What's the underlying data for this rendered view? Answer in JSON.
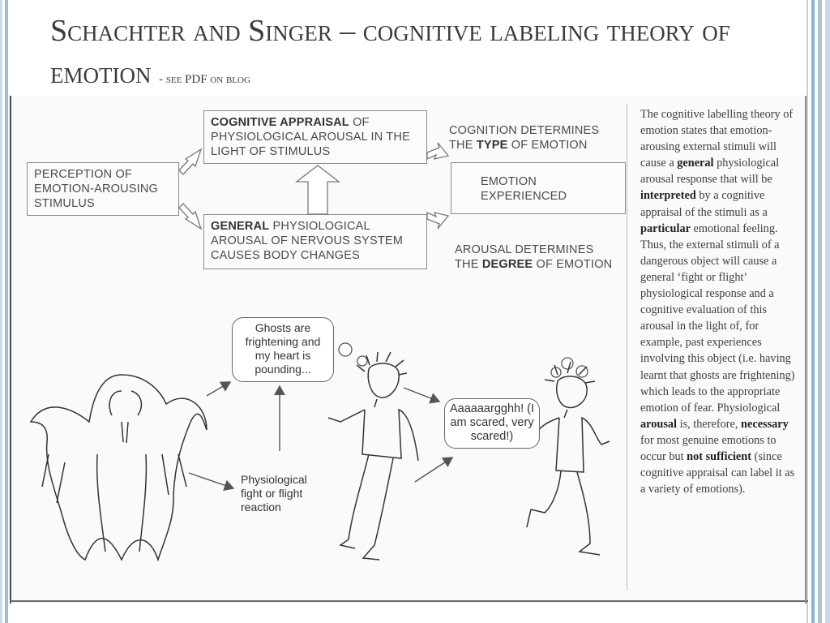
{
  "title": {
    "main": "Schachter and Singer – cognitive labeling theory of emotion",
    "sub": "- see PDF on blog"
  },
  "diagram": {
    "perception": "PERCEPTION OF EMOTION-AROUSING STIMULUS",
    "appraisal_bold": "COGNITIVE APPRAISAL",
    "appraisal_rest": "OF PHYSIOLOGICAL AROUSAL IN THE LIGHT OF STIMULUS",
    "arousal_bold": "GENERAL",
    "arousal_rest": "PHYSIOLOGICAL AROUSAL OF NERVOUS SYSTEM CAUSES BODY CHANGES",
    "emotion_box": "EMOTION EXPERIENCED",
    "cognition_pre": "COGNITION DETERMINES THE",
    "cognition_bold": "TYPE",
    "cognition_post": "OF EMOTION",
    "arousal_det_pre": "AROUSAL DETERMINES THE",
    "arousal_det_bold": "DEGREE",
    "arousal_det_post": "OF EMOTION"
  },
  "illustration": {
    "thought": "Ghosts are frightening and my heart is pounding...",
    "speech": "Aaaaaargghh! (I am scared, very scared!)",
    "reaction": "Physiological fight or flight reaction"
  },
  "paragraph": {
    "p1": "The cognitive labelling theory of emotion states that emotion-arousing external stimuli will cause a",
    "b1": "general",
    "p2": "physiological arousal response that will be",
    "b2": "interpreted",
    "p3": "by a cognitive appraisal of the stimuli as a",
    "b3": "particular",
    "p4": "emotional feeling. Thus, the external stimuli of a dangerous object will cause a general ‘fight or flight’ physiological response and a cognitive evaluation of this arousal in the light of, for example, past experiences involving this object (i.e. having learnt that ghosts are frightening) which leads to the appropriate emotion of fear. Physiological",
    "b4": "arousal",
    "p5": "is, therefore,",
    "b5": "necessary",
    "p6": "for most genuine emotions to occur but",
    "b6": "not sufficient",
    "p7": "(since cognitive appraisal can label it as a variety of emotions)."
  }
}
